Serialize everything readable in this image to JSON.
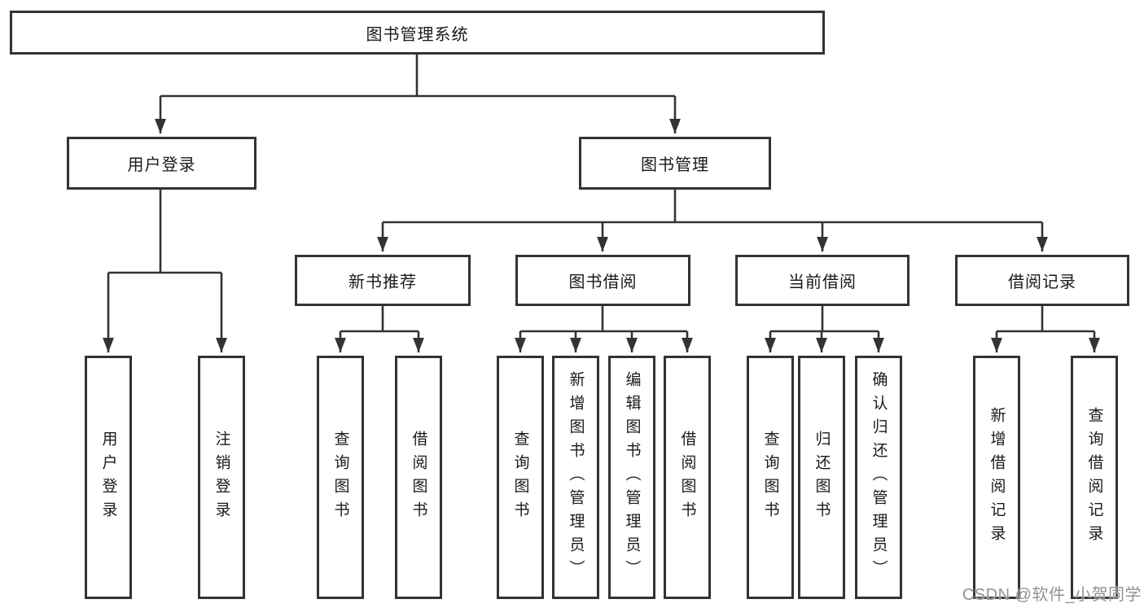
{
  "colors": {
    "line": "#333333",
    "box_border": "#333333",
    "text": "#1a1a1a",
    "watermark": "#929292",
    "background": "#ffffff"
  },
  "watermark": {
    "text": "CSDN @软件_小贺同学"
  },
  "tree": {
    "root": {
      "label": "图书管理系统"
    },
    "branches": [
      {
        "label": "用户登录",
        "children": [
          {
            "label": "用户登录"
          },
          {
            "label": "注销登录"
          }
        ]
      },
      {
        "label": "图书管理",
        "children": [
          {
            "label": "新书推荐",
            "children": [
              {
                "label": "查询图书"
              },
              {
                "label": "借阅图书"
              }
            ]
          },
          {
            "label": "图书借阅",
            "children": [
              {
                "label": "查询图书"
              },
              {
                "label": "新增图书（管理员）"
              },
              {
                "label": "编辑图书（管理员）"
              },
              {
                "label": "借阅图书"
              }
            ]
          },
          {
            "label": "当前借阅",
            "children": [
              {
                "label": "查询图书"
              },
              {
                "label": "归还图书"
              },
              {
                "label": "确认归还（管理员）"
              }
            ]
          },
          {
            "label": "借阅记录",
            "children": [
              {
                "label": "新增借阅记录"
              },
              {
                "label": "查询借阅记录"
              }
            ]
          }
        ]
      }
    ]
  }
}
